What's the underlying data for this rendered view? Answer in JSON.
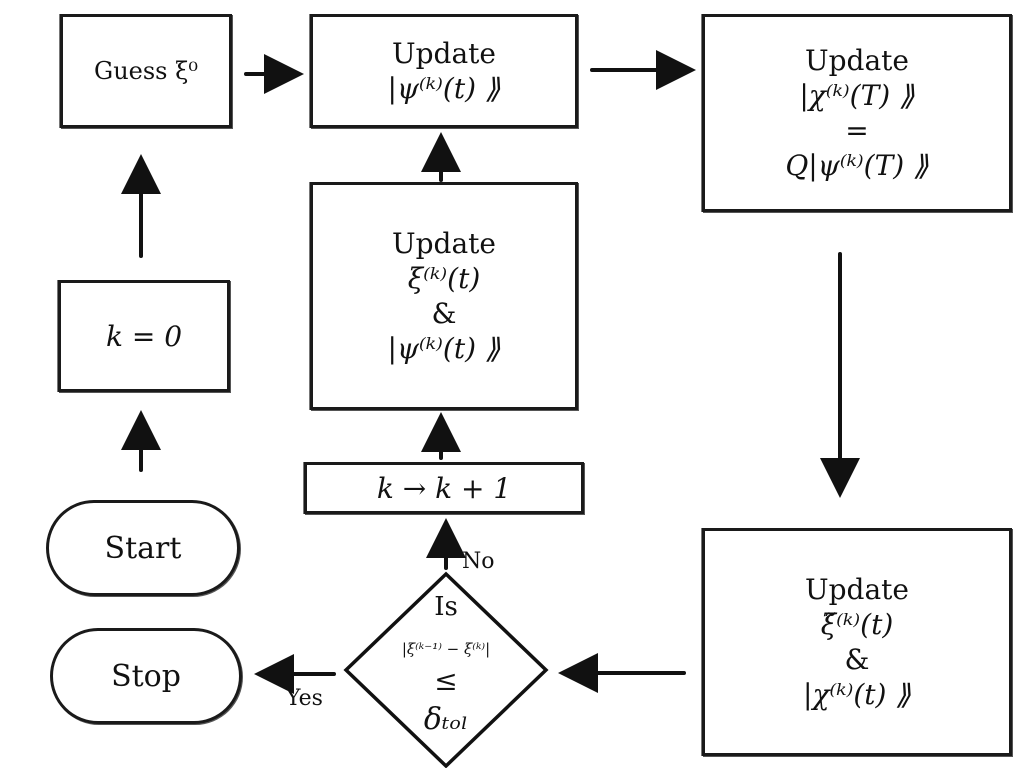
{
  "nodes": {
    "guess": "Guess ξ⁰",
    "update_psi": [
      "Update",
      "|ψ⁽ᵏ⁾(t) ⟫"
    ],
    "update_chi_T": [
      "Update",
      "|χ⁽ᵏ⁾(T) ⟫",
      "=",
      "Q|ψ⁽ᵏ⁾(T) ⟫"
    ],
    "update_xi_psi": [
      "Update",
      "ξ⁽ᵏ⁾(t)",
      "&",
      "|ψ⁽ᵏ⁾(t) ⟫"
    ],
    "increment": "k → k + 1",
    "k_init": "k = 0",
    "start": "Start",
    "stop": "Stop",
    "decision": [
      "Is",
      "|ξ⁽ᵏ⁻¹⁾ − ξ⁽ᵏ⁾|",
      "≤",
      "δₜₒₗ"
    ],
    "update_xi_chi": [
      "Update",
      "ξ̃⁽ᵏ⁾(t)",
      "&",
      "|χ⁽ᵏ⁾(t) ⟫"
    ]
  },
  "edge_labels": {
    "no": "No",
    "yes": "Yes"
  }
}
